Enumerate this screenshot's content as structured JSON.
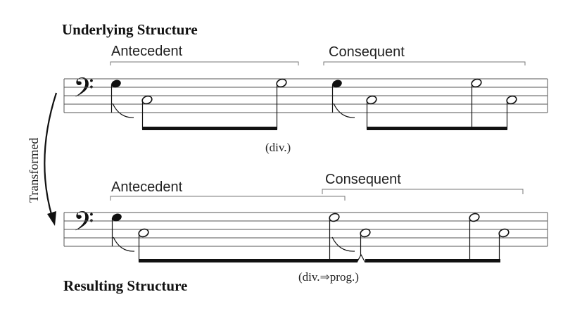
{
  "diagram": {
    "top_heading": "Underlying Structure",
    "bottom_heading": "Resulting Structure",
    "side_label": "Transformed",
    "top_staff": {
      "clef": "bass-clef",
      "phrases": [
        "Antecedent",
        "Consequent"
      ],
      "annotation": "(div.)"
    },
    "bottom_staff": {
      "clef": "bass-clef",
      "phrases": [
        "Antecedent",
        "Consequent"
      ],
      "annotation_left": "(div.",
      "annotation_arrow": "⇒",
      "annotation_right": "prog.)"
    }
  }
}
